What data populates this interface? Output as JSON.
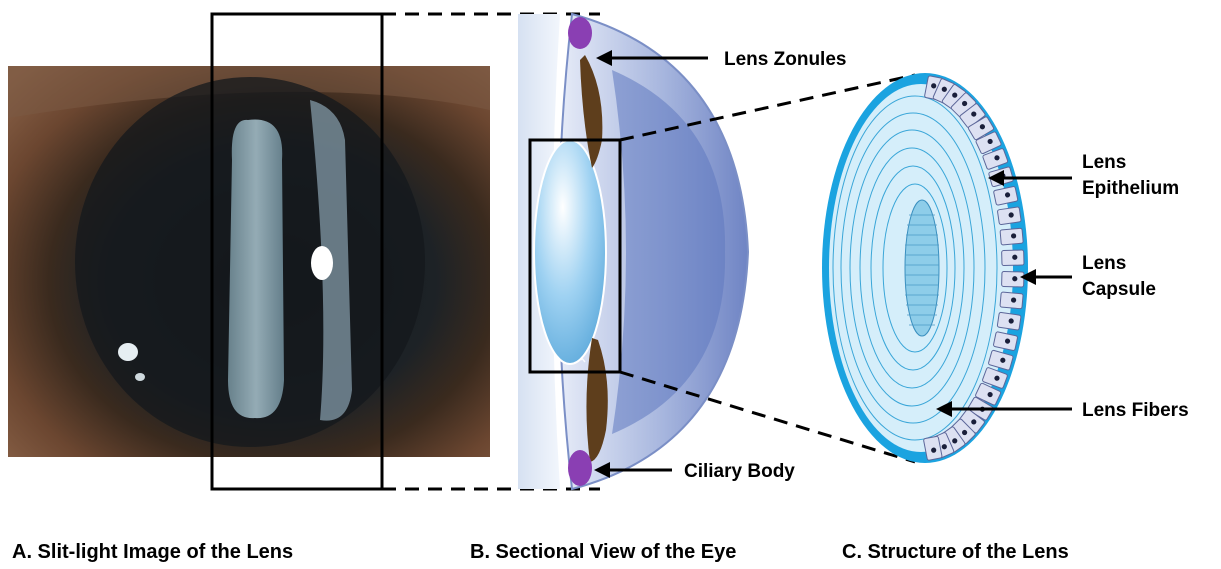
{
  "panels": {
    "a": {
      "caption": "A. Slit-light Image of the Lens"
    },
    "b": {
      "caption": "B. Sectional View of the Eye"
    },
    "c": {
      "caption": "C. Structure of the Lens"
    }
  },
  "labels": {
    "zonules": "Lens Zonules",
    "ciliary_body": "Ciliary Body",
    "epithelium_line1": "Lens",
    "epithelium_line2": "Epithelium",
    "capsule_line1": "Lens",
    "capsule_line2": "Capsule",
    "fibers": "Lens Fibers"
  },
  "colors": {
    "iris_brown": "#4a2c1c",
    "slit_gold": "#f0b63a",
    "capsule_blue": "#1ba3e0",
    "lens_fiber_blue": "#bfe2f4",
    "ciliary_purple": "#8a3fb3",
    "zonule_brown": "#5e3e1c",
    "sclera_blue": "#8fa3d4"
  }
}
